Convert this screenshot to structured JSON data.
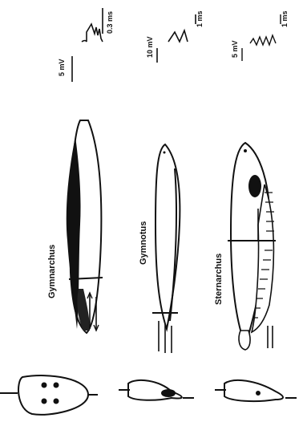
{
  "figure": {
    "species": [
      {
        "name": "Gymnarchus",
        "scale_voltage": "5 mV",
        "scale_time": "0.3 ms"
      },
      {
        "name": "Gymnotus",
        "scale_voltage": "10 mV",
        "scale_time": "1 ms"
      },
      {
        "name": "Sternarchus",
        "scale_voltage": "5 mV",
        "scale_time": "1 ms"
      }
    ]
  }
}
